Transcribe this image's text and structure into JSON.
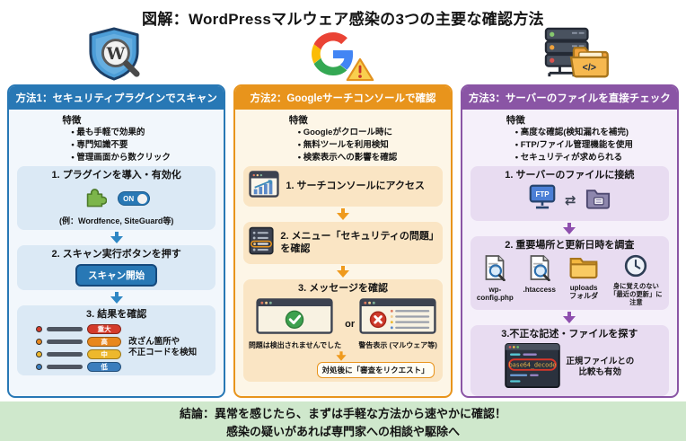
{
  "title": "図解：WordPressマルウェア感染の3つの主要な確認方法",
  "colors": {
    "method1_accent": "#2878b5",
    "method2_accent": "#e8941c",
    "method3_accent": "#8a55a5",
    "footer_bg": "#cfe8cc",
    "severity_critical": "#d43b2a",
    "severity_high": "#e8871d",
    "severity_medium": "#edb82c",
    "severity_low": "#3a7dbd"
  },
  "method1": {
    "header": "方法1：セキュリティプラグインでスキャン",
    "features_label": "特徴",
    "features": [
      "最も手軽で効果的",
      "専門知識不要",
      "管理画面から数クリック"
    ],
    "step1": {
      "title": "1. プラグインを導入・有効化",
      "toggle_label": "ON",
      "example": "(例：Wordfence, SiteGuard等)"
    },
    "step2": {
      "title": "2. スキャン実行ボタンを押す",
      "button_label": "スキャン開始"
    },
    "step3": {
      "title": "3. 結果を確認",
      "severity_levels": [
        "重大",
        "高",
        "中",
        "低"
      ],
      "note_line1": "改ざん箇所や",
      "note_line2": "不正コードを検知"
    }
  },
  "method2": {
    "header": "方法2：Googleサーチコンソールで確認",
    "features_label": "特徴",
    "features": [
      "Googleがクロール時に",
      "無料ツールを利用検知",
      "検索表示への影響を確認"
    ],
    "step1": {
      "title": "1. サーチコンソールにアクセス"
    },
    "step2": {
      "title": "2. メニュー「セキュリティの問題」を確認"
    },
    "step3": {
      "title": "3. メッセージを確認",
      "ok_label": "問題は検出されませんでした",
      "or_label": "or",
      "warning_label": "警告表示 (マルウェア等)",
      "request_label": "対処後に「審査をリクエスト」"
    }
  },
  "method3": {
    "header": "方法3：サーバーのファイルを直接チェック",
    "features_label": "特徴",
    "features": [
      "高度な確認(検知漏れを補完)",
      "FTP/ファイル管理機能を使用",
      "セキュリティが求められる"
    ],
    "step1": {
      "title": "1. サーバーのファイルに接続",
      "ftp_label": "FTP",
      "transfer_glyph": "⇄"
    },
    "step2": {
      "title": "2. 重要場所と更新日時を調査",
      "file1": "wp-config.php",
      "file2": ".htaccess",
      "folder_line1": "uploads",
      "folder_line2": "フォルダ",
      "clock_note_line1": "身に覚えのない",
      "clock_note_line2": "「最近の更新」に注意"
    },
    "step3": {
      "title": "3.不正な記述・ファイルを探す",
      "code_text": "base64_decode",
      "note_line1": "正規ファイルとの",
      "note_line2": "比較も有効"
    }
  },
  "conclusion": {
    "line1": "結論：異常を感じたら、まずは手軽な方法から速やかに確認！",
    "line2": "感染の疑いがあれば専門家への相談や駆除へ"
  }
}
